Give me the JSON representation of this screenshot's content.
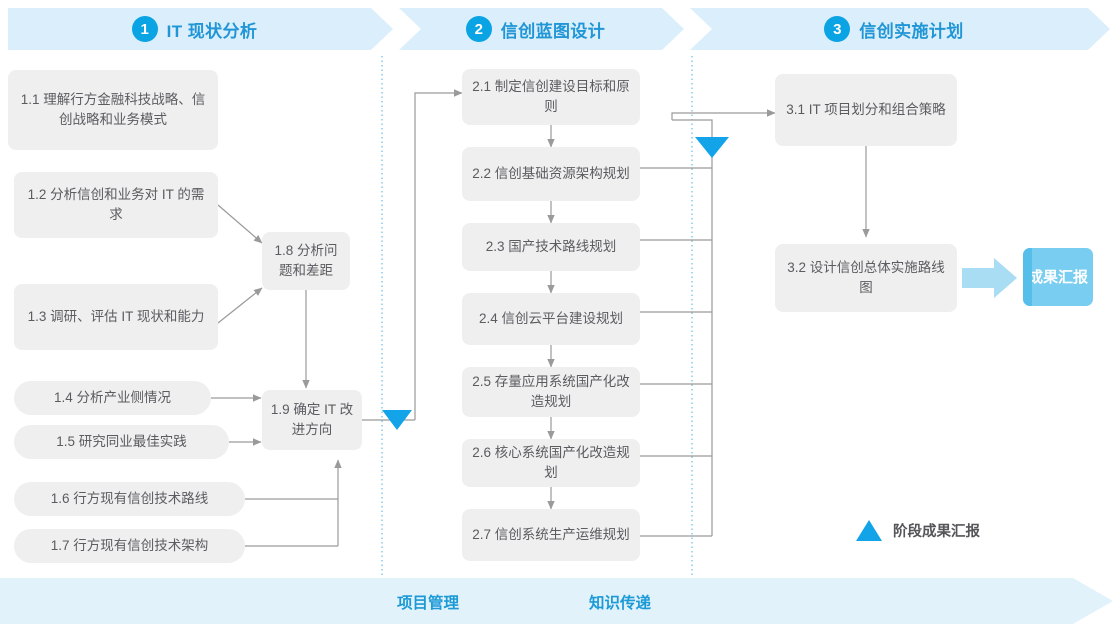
{
  "header": {
    "phases": [
      {
        "num": "1",
        "label": "IT 现状分析"
      },
      {
        "num": "2",
        "label": "信创蓝图设计"
      },
      {
        "num": "3",
        "label": "信创实施计划"
      }
    ]
  },
  "phase1": {
    "inputs": [
      {
        "id": "1.1",
        "text": "1.1 理解行方金融科技战略、信创战略和业务模式"
      },
      {
        "id": "1.2",
        "text": "1.2 分析信创和业务对 IT 的需求"
      },
      {
        "id": "1.3",
        "text": "1.3 调研、评估 IT 现状和能力"
      },
      {
        "id": "1.4",
        "text": "1.4 分析产业侧情况"
      },
      {
        "id": "1.5",
        "text": "1.5 研究同业最佳实践"
      },
      {
        "id": "1.6",
        "text": "1.6 行方现有信创技术路线"
      },
      {
        "id": "1.7",
        "text": "1.7 行方现有信创技术架构"
      }
    ],
    "synth": [
      {
        "id": "1.8",
        "text": "1.8 分析问题和差距"
      },
      {
        "id": "1.9",
        "text": "1.9 确定 IT 改进方向"
      }
    ]
  },
  "phase2": {
    "items": [
      {
        "id": "2.1",
        "text": "2.1 制定信创建设目标和原则"
      },
      {
        "id": "2.2",
        "text": "2.2 信创基础资源架构规划"
      },
      {
        "id": "2.3",
        "text": "2.3 国产技术路线规划"
      },
      {
        "id": "2.4",
        "text": "2.4 信创云平台建设规划"
      },
      {
        "id": "2.5",
        "text": "2.5 存量应用系统国产化改造规划"
      },
      {
        "id": "2.6",
        "text": "2.6 核心系统国产化改造规划"
      },
      {
        "id": "2.7",
        "text": "2.7 信创系统生产运维规划"
      }
    ]
  },
  "phase3": {
    "items": [
      {
        "id": "3.1",
        "text": "3.1 IT 项目划分和组合策略"
      },
      {
        "id": "3.2",
        "text": "3.2 设计信创总体实施路线图"
      }
    ],
    "result": "成果汇报"
  },
  "legend": {
    "milestone_label": "阶段成果汇报"
  },
  "bottom": {
    "labels": [
      "项目管理",
      "知识传递"
    ]
  },
  "colors": {
    "accent": "#0aa3e4",
    "band": "#daeefb",
    "box": "#efefef",
    "result": "#79cdf0",
    "line": "#9a9a9a",
    "dotted": "#7ec8ea"
  }
}
